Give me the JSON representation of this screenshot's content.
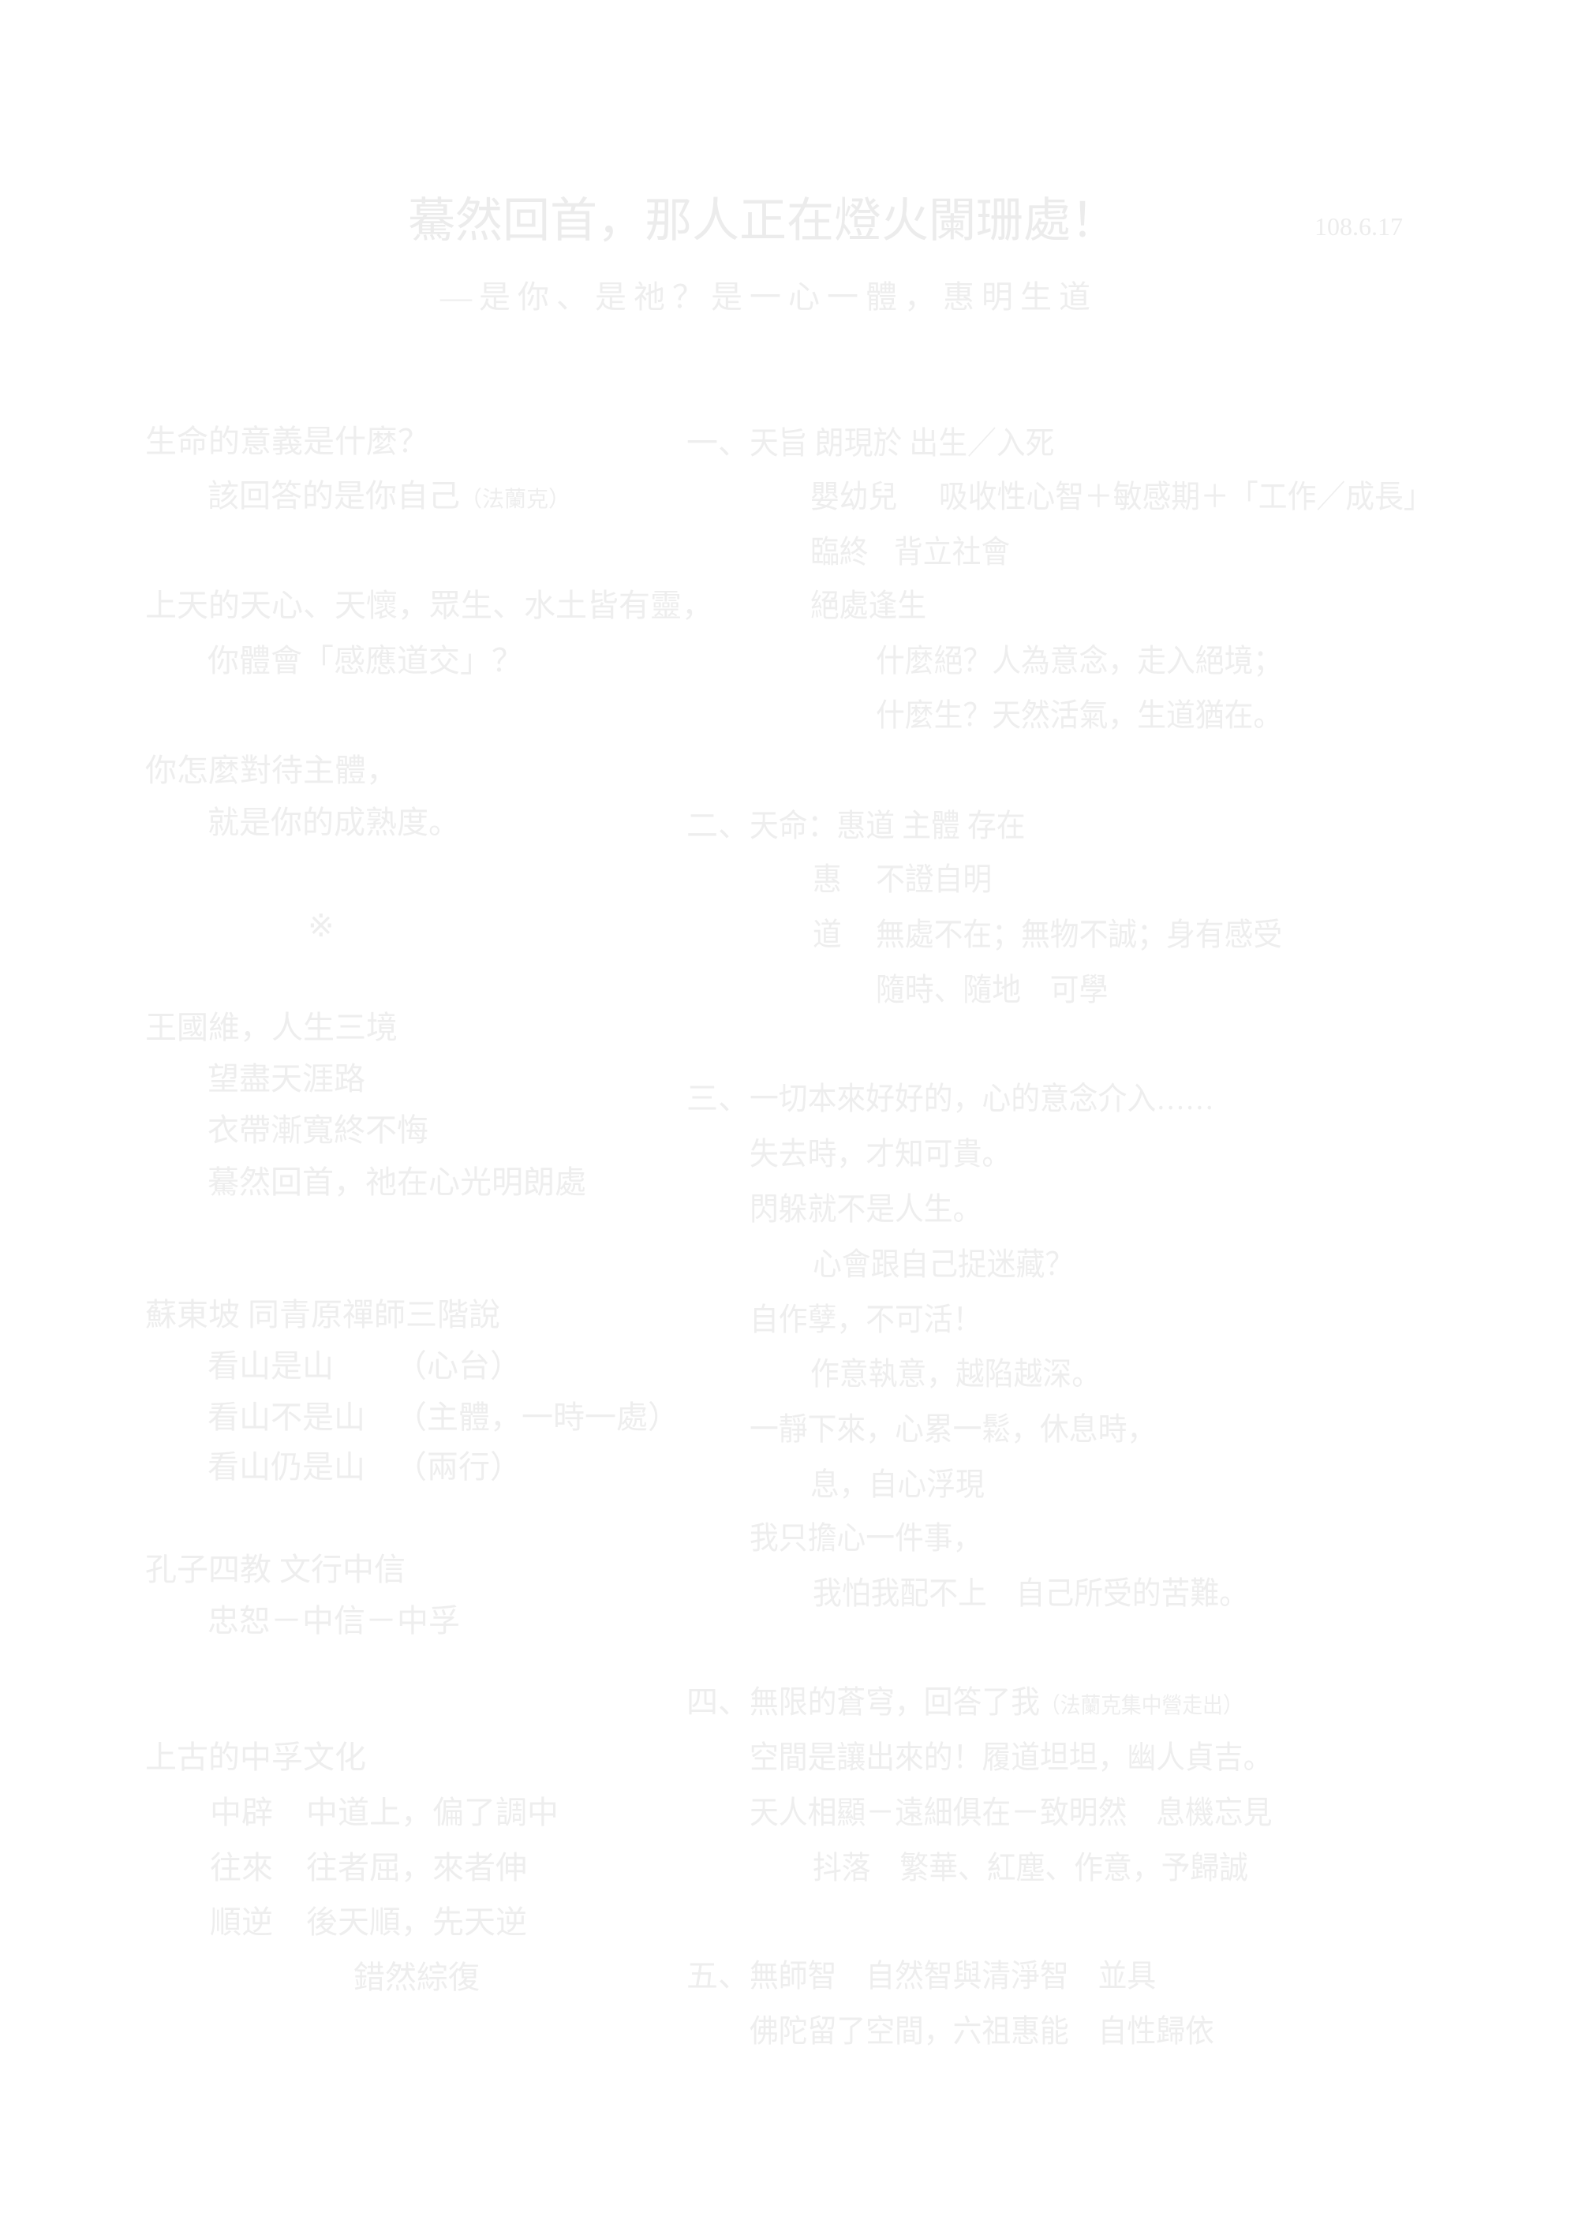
{
  "header": {
    "title": "驀然回首，那人正在燈火闌珊處！",
    "date": "108.6.17",
    "subtitle": "—是你、是祂？是一心一體，惠明生道"
  },
  "left": {
    "q1": "生命的意義是什麼？",
    "q1_answer": "該回答的是你自己",
    "q1_note": "（法蘭克）",
    "q2": "上天的天心、天懷，眾生、水土皆有靈，",
    "q2_sub": "你體會「感應道交」？",
    "q3": "你怎麼對待主體，",
    "q3_sub": "就是你的成熟度。",
    "mark": "※",
    "wang_title": "王國維，人生三境",
    "wang_1": "望盡天涯路",
    "wang_2": "衣帶漸寬終不悔",
    "wang_3": "驀然回首，祂在心光明朗處",
    "su_title": "蘇東坡 同青原禪師三階說",
    "su_1": "看山是山",
    "su_1_note": "（心台）",
    "su_2": "看山不是山",
    "su_2_note": "（主體，一時一處）",
    "su_3": "看山仍是山",
    "su_3_note": "（兩行）",
    "kong_title": "孔子四教 文行中信",
    "kong_1": "忠恕－中信－中孚",
    "zhongfu_title": "上古的中孚文化",
    "zf_rows": [
      {
        "term": "中辟",
        "desc": "中道上，偏了調中"
      },
      {
        "term": "往來",
        "desc": "往者屈，來者伸"
      },
      {
        "term": "順逆",
        "desc": "後天順，先天逆"
      }
    ],
    "zf_end": "錯然綜復"
  },
  "right": {
    "s1_num": "一、",
    "s1_title": "天旨 朗現於 出生／入死",
    "s1_a_term": "嬰幼兒",
    "s1_a_desc": "吸收性心智＋敏感期＋「工作／成長」",
    "s1_b_term": "臨終",
    "s1_b_desc": "背立社會",
    "s1_c": "絕處逢生",
    "s1_c1": "什麼絕？人為意念，走入絕境；",
    "s1_c2": "什麼生？天然活氣，生道猶在。",
    "s2_num": "二、",
    "s2_title": "天命：惠道 主體 存在",
    "s2_a_term": "惠",
    "s2_a_desc": "不證自明",
    "s2_b_term": "道",
    "s2_b_desc": "無處不在；無物不誠；身有感受",
    "s2_b2": "隨時、隨地　可學",
    "s3_num": "三、",
    "s3_title": "一切本來好好的，心的意念介入……",
    "s3_1": "失去時，才知可貴。",
    "s3_2": "閃躲就不是人生。",
    "s3_3": "心會跟自己捉迷藏？",
    "s3_4": "自作孽，不可活！",
    "s3_5": "作意執意，越陷越深。",
    "s3_6": "一靜下來，心累一鬆，休息時，",
    "s3_7": "息，自心浮現",
    "s3_8": "我只擔心一件事，",
    "s3_9": "我怕我配不上　自己所受的苦難。",
    "s4_num": "四、",
    "s4_title": "無限的蒼穹，回答了我",
    "s4_note": "（法蘭克集中營走出）",
    "s4_1": "空間是讓出來的！履道坦坦，幽人貞吉。",
    "s4_2": "天人相顯－遠細俱在－致明然　息機忘見",
    "s4_3": "抖落　繁華、紅塵、作意，予歸誠",
    "s5_num": "五、",
    "s5_title": "無師智　自然智與清淨智　並具",
    "s5_1": "佛陀留了空間，六祖惠能　自性歸依"
  }
}
